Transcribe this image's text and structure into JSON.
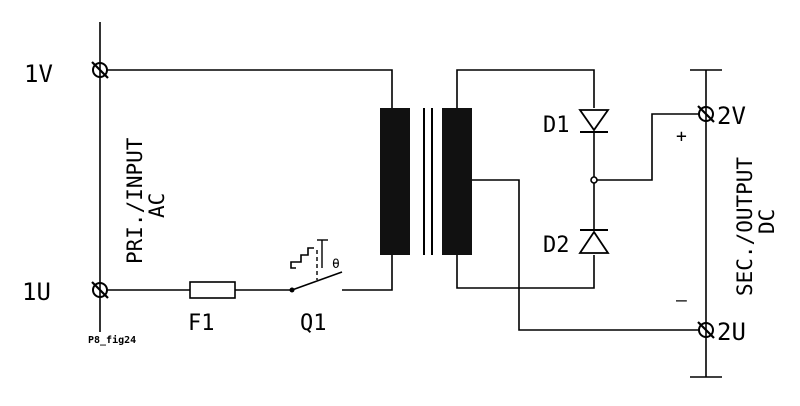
{
  "terminals": {
    "primary_top": "1V",
    "primary_bottom": "1U",
    "secondary_top": "2V",
    "secondary_bottom": "2U"
  },
  "sections": {
    "primary_line1": "PRI./INPUT",
    "primary_line2": "AC",
    "secondary_line1": "SEC./OUTPUT",
    "secondary_line2": "DC"
  },
  "components": {
    "fuse": "F1",
    "switch": "Q1",
    "thermal_symbol": "θ",
    "diode_top": "D1",
    "diode_bottom": "D2"
  },
  "polarity": {
    "plus": "+",
    "minus": "–"
  },
  "figure_id": "P8_fig24"
}
